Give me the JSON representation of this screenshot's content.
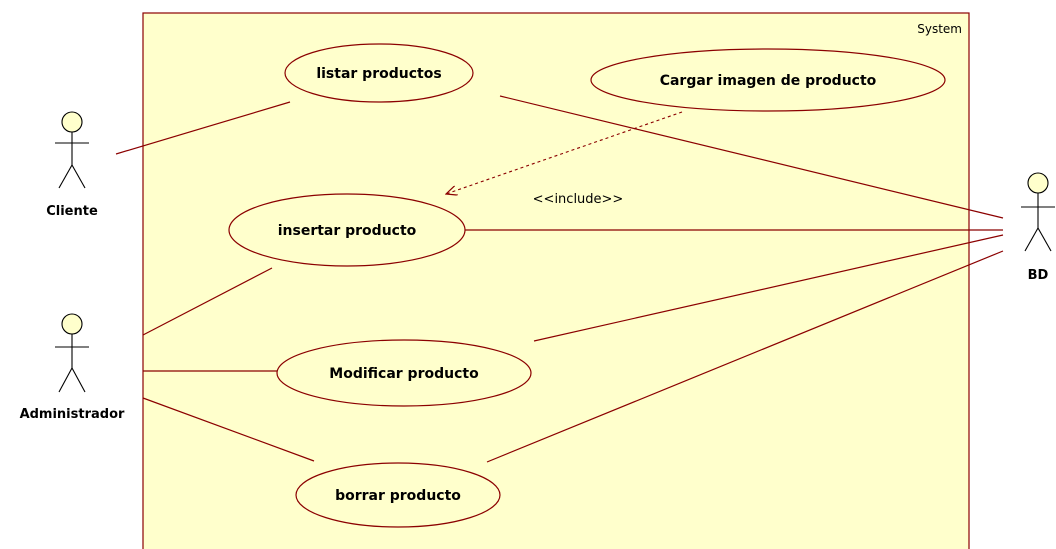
{
  "system": {
    "label": "System",
    "fill": "#ffffcc",
    "stroke": "#8b0000"
  },
  "colors": {
    "line": "#8b0000",
    "dashed": "#8b0000",
    "actor_stroke": "#000000",
    "actor_head_fill": "#ffffcc"
  },
  "actors": {
    "cliente": "Cliente",
    "administrador": "Administrador",
    "bd": "BD"
  },
  "use_cases": {
    "listar": "listar productos",
    "cargar": "Cargar imagen de producto",
    "insertar": "insertar producto",
    "modificar": "Modificar producto",
    "borrar": "borrar producto"
  },
  "relations": {
    "include_label": "<<include>>"
  }
}
